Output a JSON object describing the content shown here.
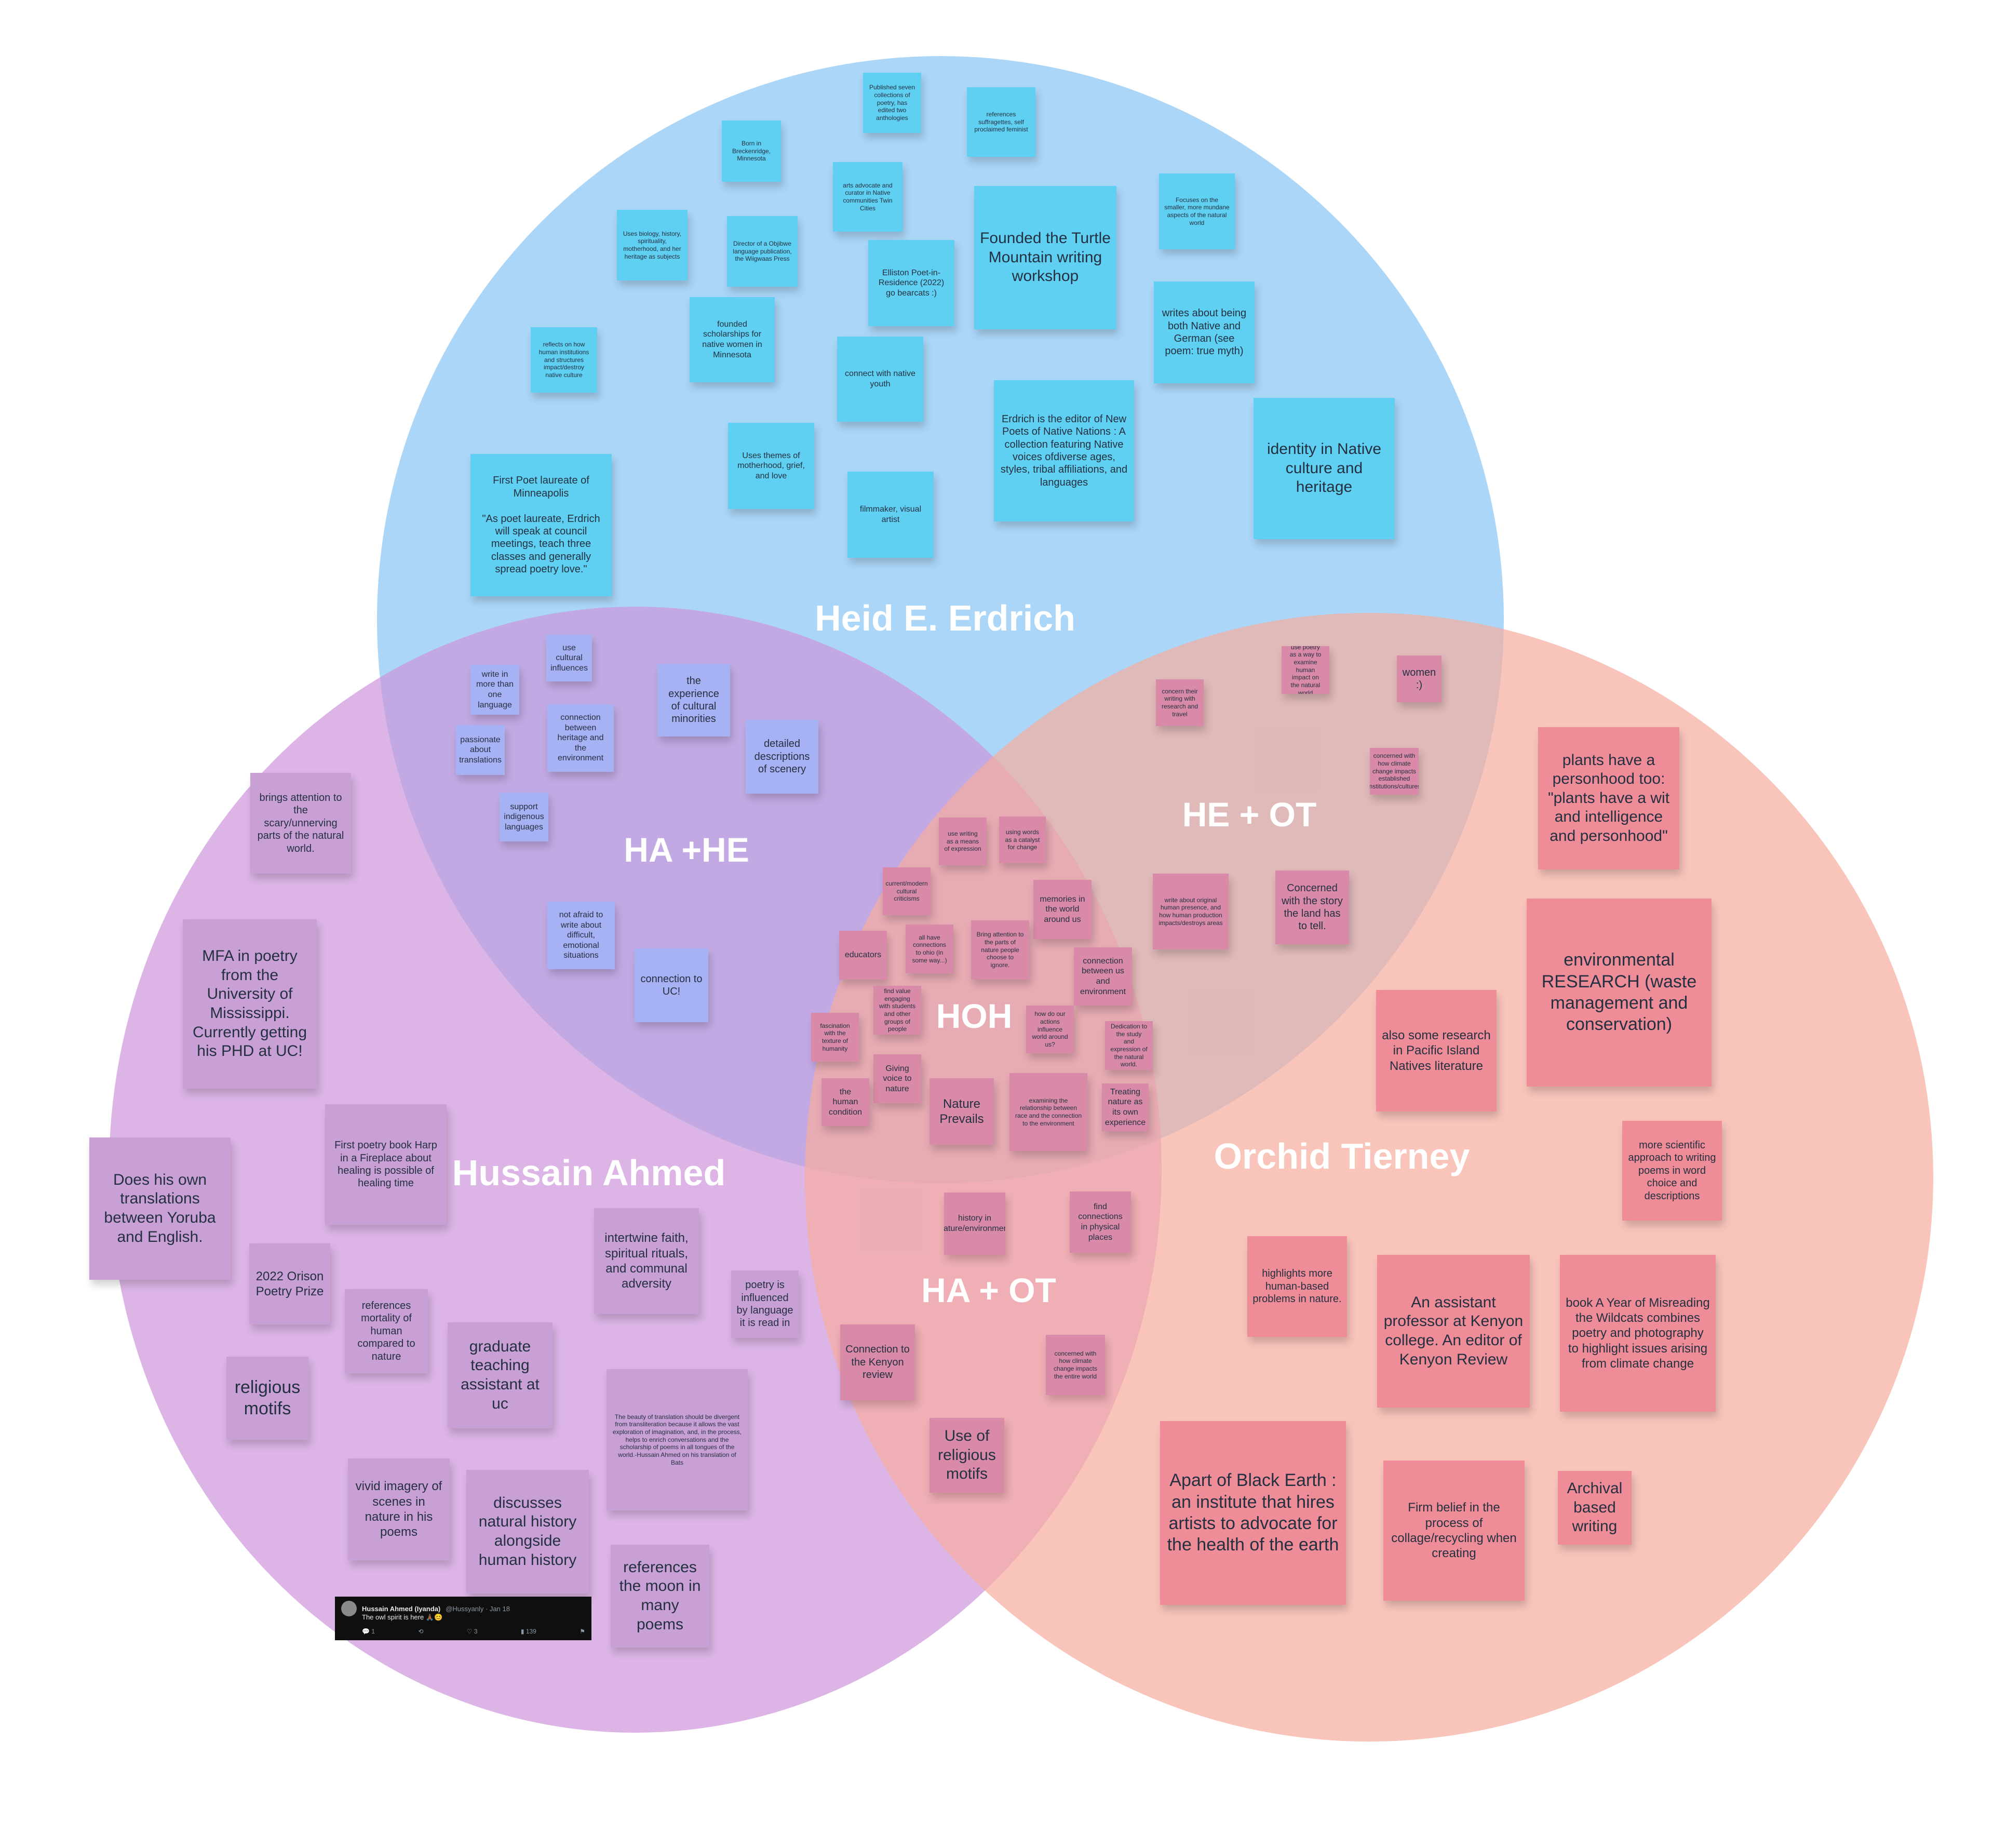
{
  "circles": {
    "he": "Heid E. Erdrich",
    "ha": "Hussain Ahmed",
    "ot": "Orchid Tierney"
  },
  "regions": {
    "ha_he": "HA +HE",
    "he_ot": "HE + OT",
    "ha_ot": "HA + OT",
    "hoh": "HOH"
  },
  "colors": {
    "erdrich_circle": "#87c4f5",
    "ahmed_circle": "#cd96dc",
    "tierney_circle": "#f6ac9e",
    "erdrich_note": "#5fd0f2",
    "ha_he_note": "#a6b2f4",
    "ahmed_note": "#c9a0d6",
    "center_note": "#d98aa8",
    "tierney_note": "#ee8c98"
  },
  "notes": {
    "he": [
      "Published seven collections of poetry, has edited two anthologies",
      "references suffragettes, self proclaimed feminist",
      "Born in Breckenridge, Minnesota",
      "arts advocate and curator in Native communities Twin Cities",
      "Focuses on the smaller, more mundane aspects of the natural world",
      "Uses biology, history, spirituality, motherhood, and her heritage as subjects",
      "Director of a Objibwe language publication, the Wiigwaas Press",
      "Elliston Poet-in-Residence (2022) go bearcats :)",
      "Founded the Turtle Mountain writing workshop",
      "founded scholarships for native women in Minnesota",
      "writes about being both Native and German (see poem: true myth)",
      "reflects on how human institutions and structures impact/destroy native culture",
      "connect with native youth",
      "Erdrich is the editor of New Poets of Native Nations : A collection featuring Native voices ofdiverse ages, styles, tribal affiliations, and languages",
      "Uses themes of motherhood, grief, and love",
      "identity in Native culture and heritage",
      "First Poet laureate of Minneapolis\n\n\"As poet laureate, Erdrich will speak at council meetings, teach three classes and generally spread poetry love.\"",
      "filmmaker, visual artist"
    ],
    "ha_he": [
      "use cultural influences",
      "write in more than one language",
      "the experience of cultural minorities",
      "passionate about translations",
      "connection between heritage and the environment",
      "detailed descriptions of scenery",
      "support indigenous languages",
      "not afraid to write about difficult, emotional situations",
      "connection to UC!"
    ],
    "he_ot": [
      "concern their writing with research and travel",
      "use poetry as a way to examine human impact on the natural world",
      "women :)",
      "concerned with how climate change impacts established institutions/cultures",
      "write about original human presence, and how human production impacts/destroys areas",
      "Concerned with the story the land has to tell."
    ],
    "hoh": [
      "use writing as a means of expression",
      "using words as a catalyst for change",
      "current/modern cultural criticisms",
      "memories in the world around us",
      "educators",
      "all have connections to ohio (in some way...)",
      "Bring attention to the parts of nature people choose to ignore.",
      "connection between us and environment",
      "find value engaging with students and other groups of people",
      "fascination with the texture of humanity",
      "how do our actions influence world around us?",
      "Dedication to the study and expression of the natural world.",
      "Giving voice to nature",
      "the human condition",
      "Nature Prevails",
      "examining the relationship between race and the connection to the environment",
      "Treating nature as its own experience"
    ],
    "ha_ot": [
      "history in nature/environment",
      "find connections in physical places",
      "Connection to the Kenyon review",
      "concerned with how climate change impacts the entire world",
      "Use of religious motifs"
    ],
    "ha": [
      "brings attention to the scary/unnerving parts of the natural world.",
      "MFA in poetry from the University of Mississippi. Currently getting his PHD at UC!",
      "First poetry book Harp in a Fireplace about healing is possible of healing time",
      "Does his own translations between Yoruba and English.",
      "intertwine faith, spiritual rituals, and communal adversity",
      "2022 Orison Poetry Prize",
      "poetry is influenced by language it is read in",
      "references mortality of human compared to nature",
      "graduate teaching assistant at uc",
      "religious motifs",
      "The beauty of translation should be divergent from transliteration because it allows the vast exploration of imagination, and, in the process, helps to enrich conversations and the scholarship of poems in all tongues of the world.-Hussain Ahmed on his translation of Bats",
      "vivid imagery of scenes in nature in his poems",
      "discusses natural history alongside human history",
      "references the moon in many poems"
    ],
    "ot": [
      "plants have a personhood too: \"plants have a wit and intelligence and personhood\"",
      "environmental RESEARCH (waste management and conservation)",
      "also some research in Pacific Island Natives literature",
      "more scientific approach to writing poems in word choice and descriptions",
      "highlights more human-based problems in nature.",
      "An assistant professor at Kenyon college. An editor of Kenyon Review",
      "book A Year of Misreading the Wildcats combines poetry and photography to highlight issues arising from climate change",
      "Apart of Black Earth : an institute that hires artists to advocate for the health of the earth",
      "Firm belief in the process of collage/recycling when creating",
      "Archival based writing"
    ]
  },
  "tweet": {
    "name": "Hussain Ahmed (Iyanda)",
    "handle": "@Hussyanly · Jan 18",
    "text": "The owl spirit is here 🙏🏾😊",
    "replies": "1",
    "retweets": "",
    "likes": "3",
    "views": "139"
  }
}
